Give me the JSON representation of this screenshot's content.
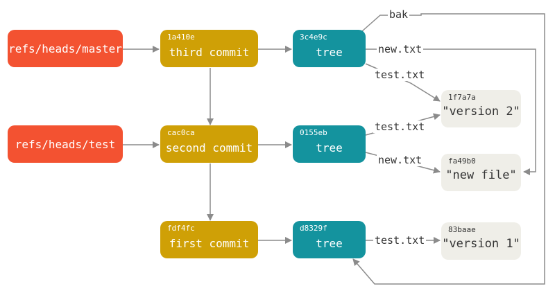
{
  "refs": {
    "master": "refs/heads/master",
    "test": "refs/heads/test"
  },
  "commits": [
    {
      "hash": "1a410e",
      "label": "third commit"
    },
    {
      "hash": "cac0ca",
      "label": "second commit"
    },
    {
      "hash": "fdf4fc",
      "label": "first commit"
    }
  ],
  "trees": [
    {
      "hash": "3c4e9c",
      "label": "tree"
    },
    {
      "hash": "0155eb",
      "label": "tree"
    },
    {
      "hash": "d8329f",
      "label": "tree"
    }
  ],
  "blobs": [
    {
      "hash": "1f7a7a",
      "label": "\"version 2\""
    },
    {
      "hash": "fa49b0",
      "label": "\"new file\""
    },
    {
      "hash": "83baae",
      "label": "\"version 1\""
    }
  ],
  "edge_labels": {
    "bak": "bak",
    "new_txt_top": "new.txt",
    "test_txt_top": "test.txt",
    "test_txt_mid": "test.txt",
    "new_txt_mid": "new.txt",
    "test_txt_bottom": "test.txt"
  },
  "colors": {
    "ref": "#f35231",
    "commit": "#cfa006",
    "tree": "#14939e",
    "blob": "#efeee8",
    "arrow": "#8b8b8b"
  }
}
